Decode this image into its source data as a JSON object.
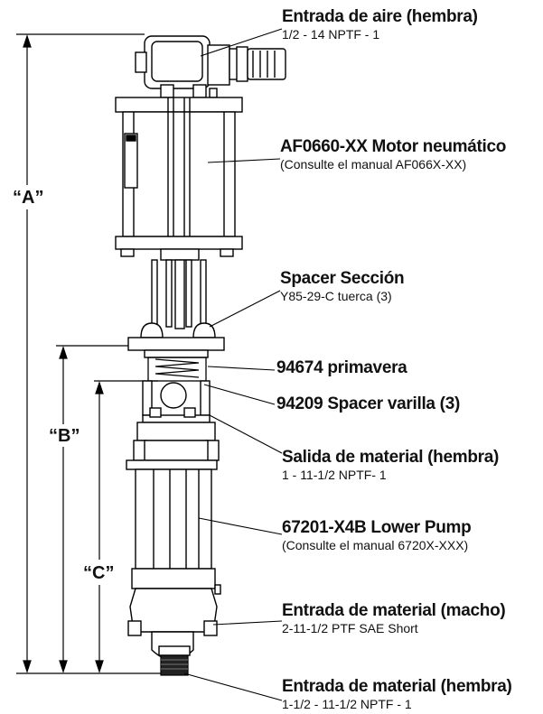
{
  "callouts": {
    "air_inlet": {
      "title": "Entrada de aire (hembra)",
      "sub": "1/2 - 14 NPTF - 1"
    },
    "motor": {
      "title": "AF0660-XX Motor neumático",
      "sub": "(Consulte el manual AF066X-XX)"
    },
    "spacer_section": {
      "title": "Spacer Sección",
      "sub": "Y85-29-C tuerca (3)"
    },
    "spring": {
      "title": "94674 primavera"
    },
    "spacer_rod": {
      "title": "94209 Spacer varilla (3)"
    },
    "material_outlet": {
      "title": "Salida de material (hembra)",
      "sub": "1 - 11-1/2 NPTF- 1"
    },
    "lower_pump": {
      "title": "67201-X4B Lower Pump",
      "sub": "(Consulte el manual 6720X-XXX)"
    },
    "material_inlet_male": {
      "title": "Entrada de material (macho)",
      "sub": "2-11-1/2 PTF SAE Short"
    },
    "material_inlet_female": {
      "title": "Entrada de material (hembra)",
      "sub": "1-1/2 - 11-1/2 NPTF - 1"
    }
  },
  "dimensions": {
    "a": "“A”",
    "b": "“B”",
    "c": "“C”"
  }
}
